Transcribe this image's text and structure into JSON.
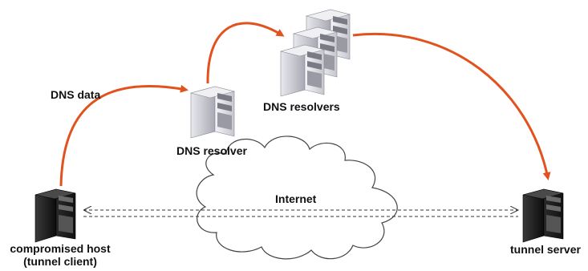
{
  "labels": {
    "dns_data": "DNS data",
    "dns_resolver": "DNS resolver",
    "dns_resolvers": "DNS resolvers",
    "internet": "Internet",
    "compromised_host_line1": "compromised host",
    "compromised_host_line2": "(tunnel client)",
    "tunnel_server": "tunnel server"
  },
  "colors": {
    "arrow": "#e2521f",
    "server_light": "#c8c8ce",
    "server_dark": "#1a1a1a",
    "cloud_stroke": "#444444",
    "tunnel_line": "#333333"
  },
  "icons": [
    "server-icon",
    "cloud-icon"
  ]
}
